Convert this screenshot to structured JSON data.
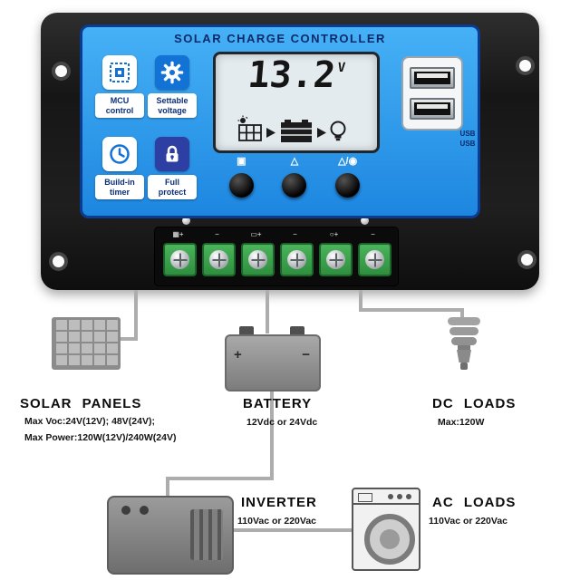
{
  "controller": {
    "title": "SOLAR CHARGE CONTROLLER",
    "lcd": {
      "value": "13.2",
      "unit": "V"
    },
    "features": [
      {
        "line1": "MCU",
        "line2": "control",
        "icon": "mcu-chip-icon"
      },
      {
        "line1": "Settable",
        "line2": "voltage",
        "icon": "gear-icon"
      },
      {
        "line1": "Build-in",
        "line2": "timer",
        "icon": "clock-icon"
      },
      {
        "line1": "Full",
        "line2": "protect",
        "icon": "lock-icon"
      }
    ],
    "button_symbols": [
      "▣",
      "△",
      "△/◉"
    ],
    "usb": {
      "labels": [
        "USB",
        "USB"
      ]
    },
    "terminal_marks": [
      "▦+",
      "−",
      "▭+",
      "−",
      "○+",
      "−"
    ],
    "icons": {
      "lcd_flow": [
        "sun-icon",
        "solar-panel-icon",
        "arrow-right-icon",
        "battery-icon",
        "arrow-right-icon",
        "bulb-icon"
      ],
      "buttons": [
        "menu-icon",
        "up-arrow-icon",
        "load-toggle-icon"
      ]
    }
  },
  "diagram": {
    "solar": {
      "title": "SOLAR PANELS",
      "specs": [
        "Max Voc:24V(12V); 48V(24V);",
        "Max Power:120W(12V)/240W(24V)"
      ]
    },
    "battery": {
      "title": "BATTERY",
      "specs": [
        "12Vdc or 24Vdc"
      ]
    },
    "dc_loads": {
      "title": "DC LOADS",
      "specs": [
        "Max:120W"
      ]
    },
    "inverter": {
      "title": "INVERTER",
      "specs": [
        "110Vac or 220Vac"
      ]
    },
    "ac_loads": {
      "title": "AC LOADS",
      "specs": [
        "110Vac or 220Vac"
      ]
    },
    "battery_signs": {
      "plus": "+",
      "minus": "−"
    }
  },
  "colors": {
    "panel_blue": "#2e97ea",
    "navy_text": "#0a2a6b",
    "case_black": "#1a1a1a",
    "terminal_green": "#3aa04a",
    "wire_gray": "#adadad"
  }
}
